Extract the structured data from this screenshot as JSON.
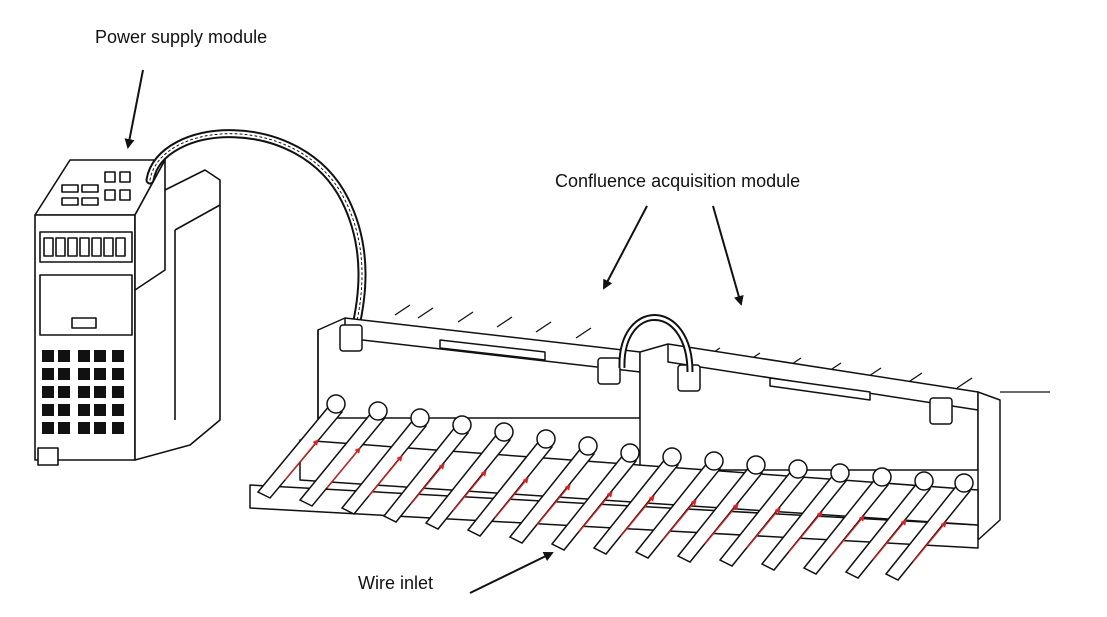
{
  "labels": {
    "power_supply": "Power supply module",
    "confluence": "Confluence acquisition module",
    "wire_inlet": "Wire inlet"
  },
  "colors": {
    "line": "#111111",
    "arrow_red": "#e02020",
    "background": "#ffffff"
  }
}
